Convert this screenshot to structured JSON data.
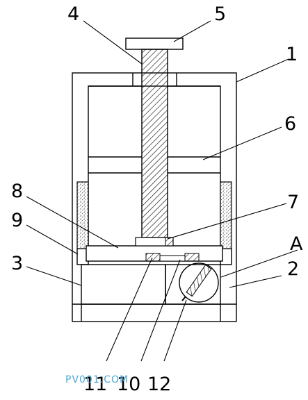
{
  "labels": {
    "l1": "1",
    "l2": "2",
    "l3": "3",
    "l4": "4",
    "l5": "5",
    "l6": "6",
    "l7": "7",
    "l8": "8",
    "l9": "9",
    "l10": "10",
    "l11": "11",
    "l12": "12",
    "lA": "A"
  },
  "watermark": "PV001.COM",
  "colors": {
    "stroke": "#000000",
    "background": "#ffffff",
    "watermark": "#4aa8d8"
  }
}
